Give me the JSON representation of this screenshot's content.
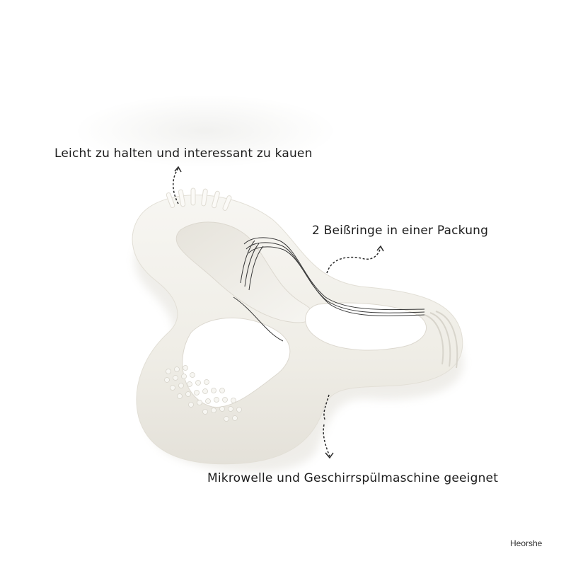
{
  "product": {
    "name": "teether-ring",
    "body_color": "#f2f0ea",
    "shade_color": "#e3e0d8",
    "line_color": "#3a3a3a"
  },
  "annotations": [
    {
      "id": "grip",
      "text": "Leicht zu halten und interessant zu kauen"
    },
    {
      "id": "pack",
      "text": "2 Beißringe in einer Packung"
    },
    {
      "id": "dishwasher",
      "text": "Mikrowelle und Geschirrspülmaschine geeignet"
    }
  ],
  "brand": {
    "label": "Heorshe"
  }
}
